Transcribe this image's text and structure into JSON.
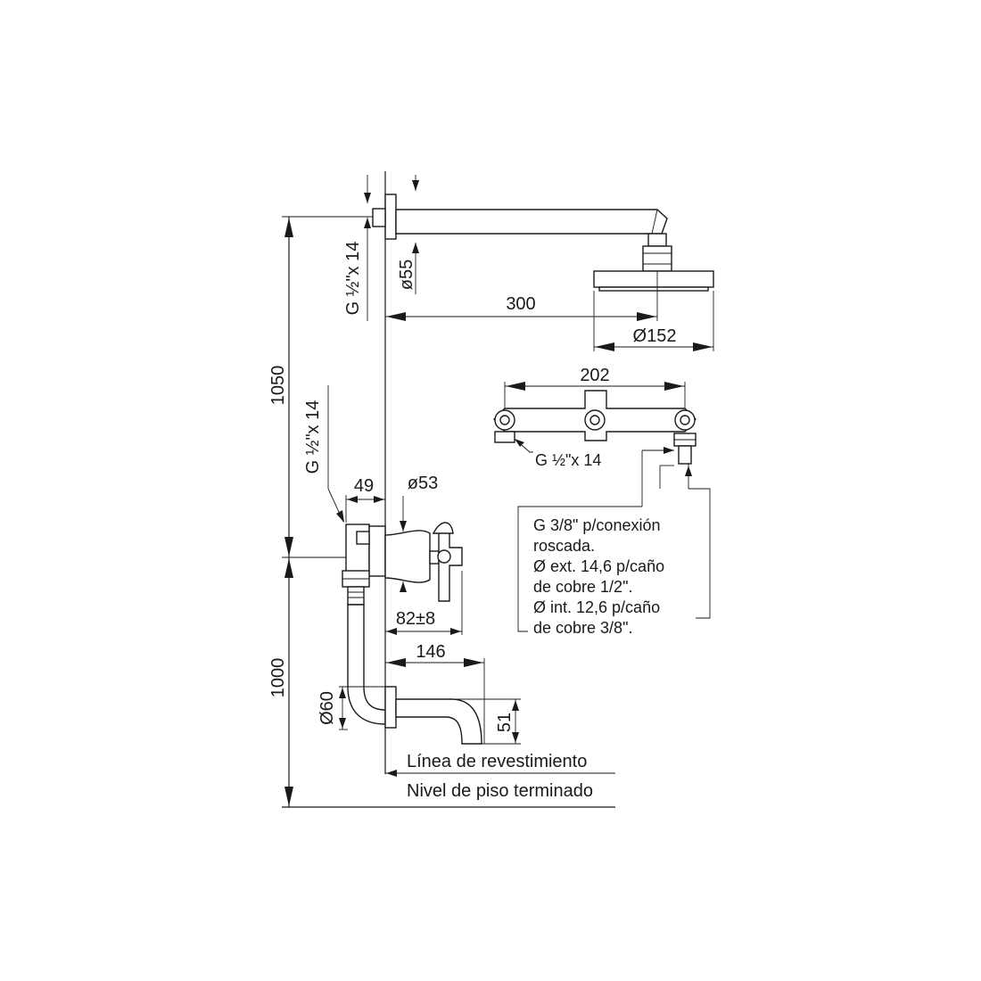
{
  "dimensions": {
    "height_upper": "1050",
    "height_lower": "1000",
    "thread_top": "G ½\"x 14",
    "diam_flange_top": "ø55",
    "arm_length": "300",
    "shower_head_diam": "Ø152",
    "valve_spacing": "202",
    "thread_valve_body": "G ½\"x 14",
    "thread_mixer_left": "G ½\"x 14",
    "offset_49": "49",
    "handle_diam": "ø53",
    "handle_depth": "82±8",
    "spout_length": "146",
    "escutcheon_diam": "Ø60",
    "spout_height": "51"
  },
  "connection_note": [
    "G 3/8\" p/conexión",
    "roscada.",
    "Ø ext. 14,6 p/caño",
    "de cobre 1/2\".",
    "Ø int. 12,6 p/caño",
    "de cobre 3/8\"."
  ],
  "reference_lines": {
    "cladding_line": "Línea de revestimiento",
    "finished_floor": "Nivel de piso terminado"
  }
}
